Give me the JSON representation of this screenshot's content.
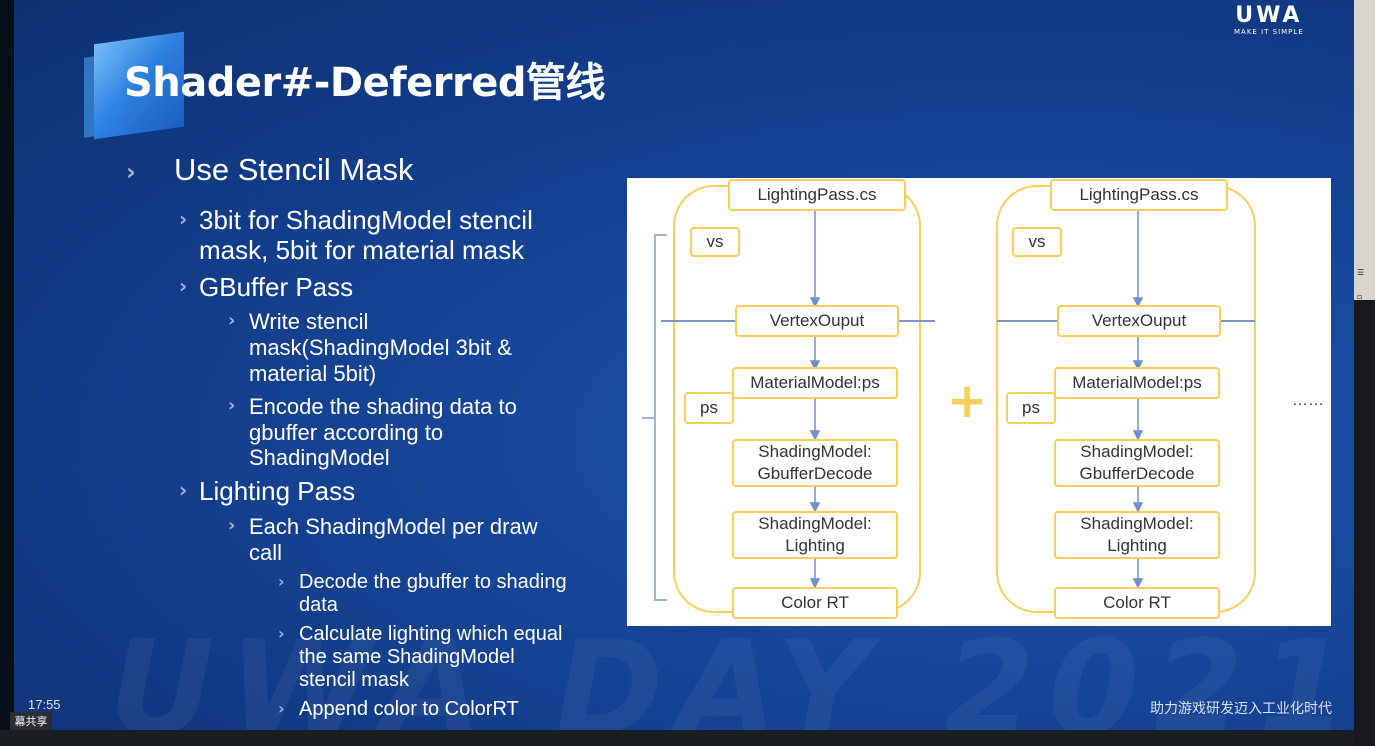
{
  "slide": {
    "title": "Shader#-Deferred管线",
    "brand": {
      "name": "UWA",
      "tagline": "MAKE IT SIMPLE"
    },
    "watermark": "UWA DAY 2021",
    "footer_tagline": "助力游戏研发迈入工业化时代"
  },
  "bullets": {
    "b1": "Use Stencil Mask",
    "b1_1a": "3bit for ShadingModel stencil",
    "b1_1b": "mask, 5bit for material mask",
    "b1_2": "GBuffer Pass",
    "b1_2_1a": "Write stencil",
    "b1_2_1b": "mask(ShadingModel 3bit &",
    "b1_2_1c": "material 5bit)",
    "b1_2_2a": "Encode the shading data to",
    "b1_2_2b": "gbuffer according to",
    "b1_2_2c": "ShadingModel",
    "b1_3": "Lighting Pass",
    "b1_3_1a": "Each ShadingModel per draw",
    "b1_3_1b": "call",
    "b1_3_1_1a": "Decode the gbuffer to shading",
    "b1_3_1_1b": "data",
    "b1_3_1_2a": "Calculate lighting which equal",
    "b1_3_1_2b": "the same ShadingModel",
    "b1_3_1_2c": "stencil mask",
    "b1_3_1_3": "Append color to ColorRT"
  },
  "diagram": {
    "left": {
      "lighting_pass": "LightingPass.cs",
      "vs": "vs",
      "vertex_output": "VertexOuput",
      "material_model": "MaterialModel:ps",
      "ps": "ps",
      "decode_a": "ShadingModel:",
      "decode_b": "GbufferDecode",
      "lighting_a": "ShadingModel:",
      "lighting_b": "Lighting",
      "color_rt": "Color RT"
    },
    "right": {
      "lighting_pass": "LightingPass.cs",
      "vs": "vs",
      "vertex_output": "VertexOuput",
      "material_model": "MaterialModel:ps",
      "ps": "ps",
      "decode_a": "ShadingModel:",
      "decode_b": "GbufferDecode",
      "lighting_a": "ShadingModel:",
      "lighting_b": "Lighting",
      "color_rt": "Color RT"
    },
    "plus": "+",
    "ellipsis": "……"
  },
  "taskbar": {
    "clock": "17:55",
    "share_label": "幕共享"
  }
}
